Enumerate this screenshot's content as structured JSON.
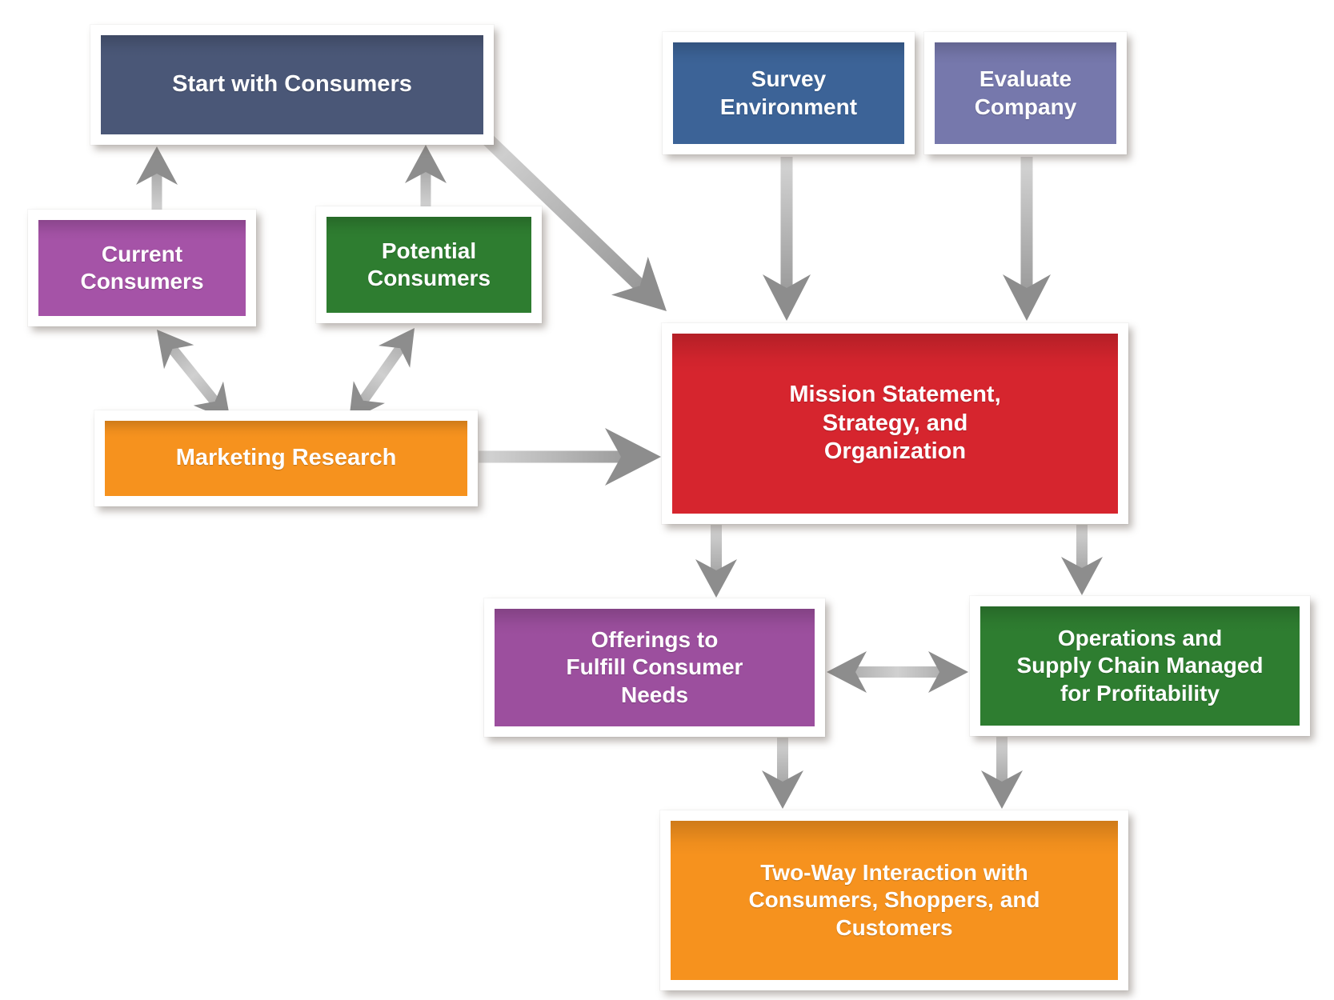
{
  "diagram": {
    "arrow_color": "#8d8d8d",
    "nodes": {
      "start": {
        "label": "Start with Consumers",
        "color": "#4a5777"
      },
      "survey": {
        "label": "Survey\nEnvironment",
        "color": "#3c6397"
      },
      "evaluate": {
        "label": "Evaluate\nCompany",
        "color": "#7678ac"
      },
      "current": {
        "label": "Current\nConsumers",
        "color": "#a553a7"
      },
      "potential": {
        "label": "Potential\nConsumers",
        "color": "#2e7d30"
      },
      "marketing": {
        "label": "Marketing Research",
        "color": "#f6921e"
      },
      "mission": {
        "label": "Mission Statement,\nStrategy, and\nOrganization",
        "color": "#d6252e"
      },
      "offerings": {
        "label": "Offerings to\nFulfill Consumer\nNeeds",
        "color": "#9c4f9e"
      },
      "operations": {
        "label": "Operations and\nSupply Chain Managed\nfor Profitability",
        "color": "#2e7d30"
      },
      "twoway": {
        "label": "Two-Way Interaction with\nConsumers, Shoppers, and\nCustomers",
        "color": "#f6921e"
      }
    },
    "edges": [
      {
        "from": "current",
        "to": "start",
        "direction": "one-way"
      },
      {
        "from": "potential",
        "to": "start",
        "direction": "one-way"
      },
      {
        "from": "start",
        "to": "mission",
        "direction": "one-way"
      },
      {
        "from": "survey",
        "to": "mission",
        "direction": "one-way"
      },
      {
        "from": "evaluate",
        "to": "mission",
        "direction": "one-way"
      },
      {
        "from": "current",
        "to": "marketing",
        "direction": "two-way"
      },
      {
        "from": "potential",
        "to": "marketing",
        "direction": "two-way"
      },
      {
        "from": "marketing",
        "to": "mission",
        "direction": "one-way"
      },
      {
        "from": "mission",
        "to": "offerings",
        "direction": "one-way"
      },
      {
        "from": "mission",
        "to": "operations",
        "direction": "one-way"
      },
      {
        "from": "offerings",
        "to": "operations",
        "direction": "two-way"
      },
      {
        "from": "offerings",
        "to": "twoway",
        "direction": "one-way"
      },
      {
        "from": "operations",
        "to": "twoway",
        "direction": "one-way"
      }
    ]
  }
}
